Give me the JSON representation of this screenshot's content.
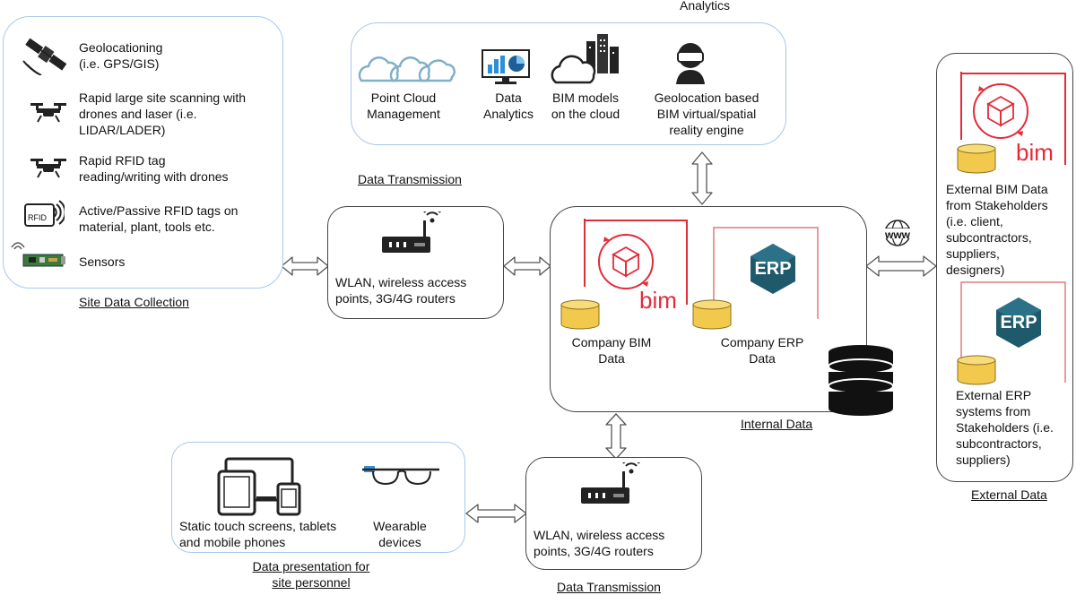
{
  "site_collection": {
    "title": "Site Data Collection",
    "items": [
      {
        "icon": "satellite-icon",
        "lines": [
          "Geolocationing",
          "(i.e. GPS/GIS)"
        ]
      },
      {
        "icon": "drone-icon",
        "lines": [
          "Rapid large site scanning with",
          "drones and laser (i.e.",
          "LIDAR/LADER)"
        ]
      },
      {
        "icon": "drone-icon",
        "lines": [
          "Rapid RFID tag",
          "reading/writing with drones"
        ]
      },
      {
        "icon": "rfid-tag-icon",
        "icon_text": "RFID",
        "lines": [
          "Active/Passive RFID tags on",
          "material, plant, tools etc."
        ]
      },
      {
        "icon": "sensor-board-icon",
        "lines": [
          "Sensors"
        ]
      }
    ]
  },
  "analytics": {
    "title": "Analytics",
    "items": [
      {
        "icon": "cloud-cluster-icon",
        "lines": [
          "Point Cloud",
          "Management"
        ]
      },
      {
        "icon": "monitor-chart-icon",
        "lines": [
          "Data",
          "Analytics"
        ]
      },
      {
        "icon": "cloud-building-icon",
        "lines": [
          "BIM models",
          "on the cloud"
        ]
      },
      {
        "icon": "vr-headset-icon",
        "lines": [
          "Geolocation based",
          "BIM virtual/spatial",
          "reality engine"
        ]
      }
    ]
  },
  "transmission_top": {
    "title": "Data Transmission",
    "lines": [
      "WLAN, wireless access",
      "points, 3G/4G routers"
    ]
  },
  "transmission_bottom": {
    "title": "Data Transmission",
    "lines": [
      "WLAN, wireless access",
      "points, 3G/4G routers"
    ]
  },
  "internal": {
    "title": "Internal Data",
    "bim_logo": "bim",
    "erp_logo": "ERP",
    "bim_lines": [
      "Company BIM",
      "Data"
    ],
    "erp_lines": [
      "Company ERP",
      "Data"
    ]
  },
  "external": {
    "title": "External Data",
    "www": "www",
    "bim_logo": "bim",
    "erp_logo": "ERP",
    "bim_lines": [
      "External BIM Data",
      "from Stakeholders",
      "(i.e. client,",
      "subcontractors,",
      "suppliers,",
      "designers)"
    ],
    "erp_lines": [
      "External ERP",
      "systems from",
      "Stakeholders (i.e.",
      "subcontractors,",
      "suppliers)"
    ]
  },
  "presentation": {
    "title_lines": [
      "Data presentation for",
      "site personnel"
    ],
    "devices_lines": [
      "Static touch screens, tablets",
      "and mobile phones"
    ],
    "wearable_lines": [
      "Wearable",
      "devices"
    ]
  },
  "colors": {
    "light_border": "#a9c8e8",
    "dark_border": "#444444",
    "bim_red": "#e32b3a",
    "erp_teal": "#1e5a6b",
    "cylinder_gold": "#f2c94c",
    "arrow_fill": "#ffffff"
  }
}
